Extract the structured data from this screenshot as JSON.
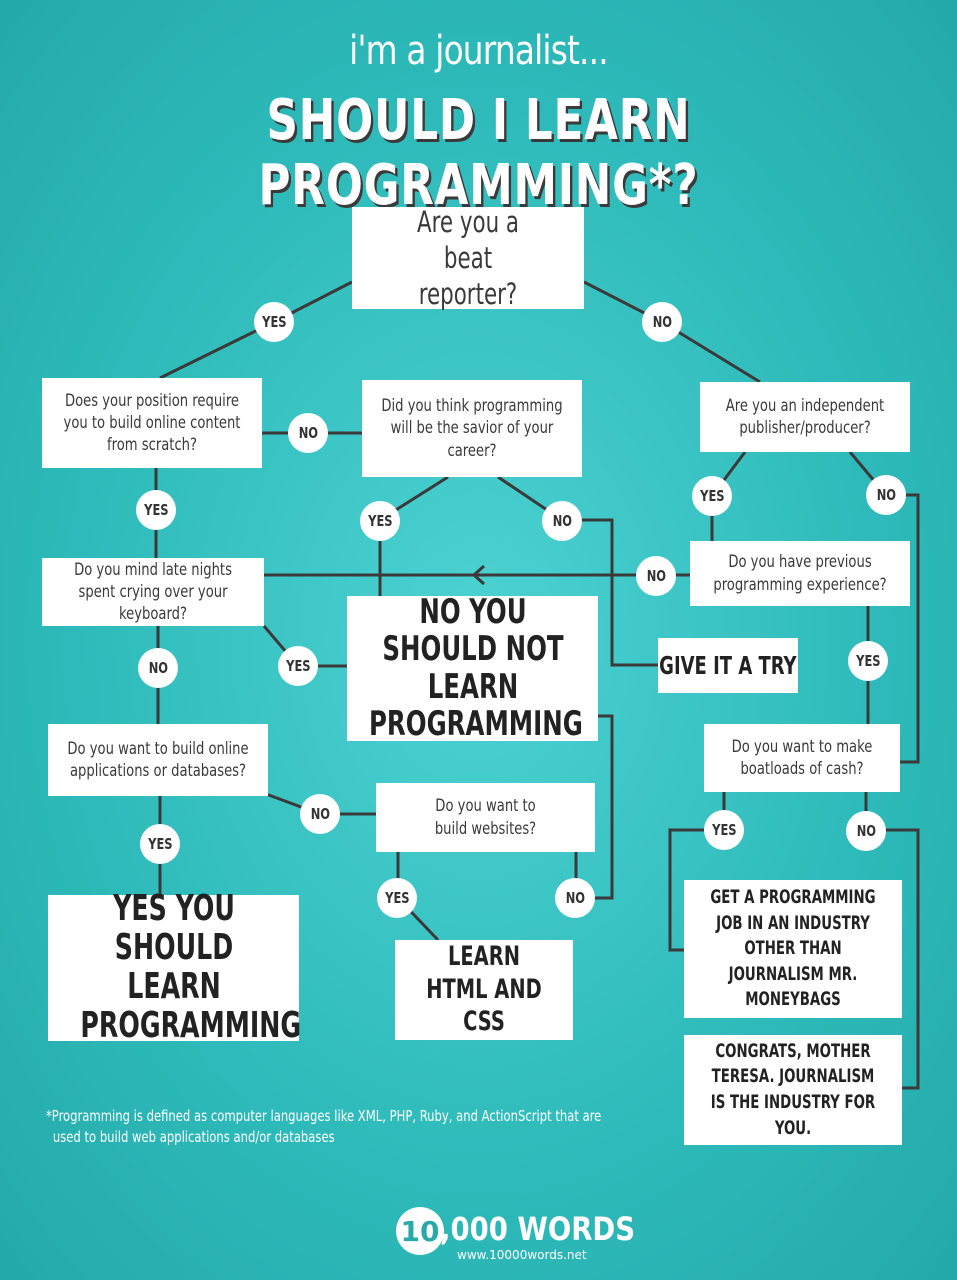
{
  "header": {
    "subtitle": "i'm a journalist...",
    "title": "SHOULD I LEARN PROGRAMMING*?"
  },
  "nodes": {
    "beat_reporter": "Are you a beat reporter?",
    "build_from_scratch": "Does your position require you to build online content from scratch?",
    "savior_of_career": "Did you think programming will be the savior of your career?",
    "independent_publisher": "Are you an independent publisher/producer?",
    "late_nights": "Do you mind late nights spent crying over your keyboard?",
    "previous_experience": "Do you have previous programming experience?",
    "no_should_not": "NO YOU SHOULD NOT LEARN PROGRAMMING",
    "give_it_a_try": "GIVE IT A TRY",
    "build_apps": "Do you want to build online applications or databases?",
    "boatloads_of_cash": "Do you want to make boatloads of cash?",
    "build_websites": "Do you want to build websites?",
    "yes_should": "YES YOU SHOULD LEARN PROGRAMMING",
    "learn_html": "LEARN HTML AND CSS",
    "programming_job": "GET A PROGRAMMING JOB IN AN INDUSTRY OTHER THAN JOURNALISM MR. MONEYBAGS",
    "mother_teresa": "CONGRATS, MOTHER TERESA. JOURNALISM IS THE INDUSTRY FOR YOU."
  },
  "labels": {
    "yes": "YES",
    "no": "NO"
  },
  "footnote": {
    "line1": "*Programming is defined as computer languages like XML, PHP, Ruby, and ActionScript that are",
    "line2": "used to build web applications and/or databases"
  },
  "logo": {
    "number": "10",
    "text": ",000 WORDS",
    "url": "www.10000words.net"
  },
  "colors": {
    "background": "#2ebaba",
    "line": "#3a3a3a",
    "box": "#ffffff",
    "text": "#333333"
  }
}
